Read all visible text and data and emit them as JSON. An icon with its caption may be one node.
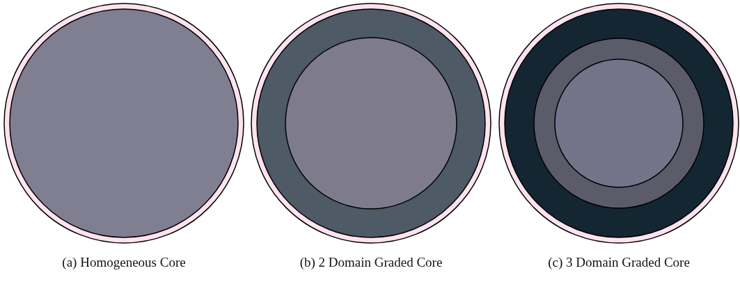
{
  "diagram": {
    "labels": [
      "(a) Homogeneous Core",
      "(b) 2 Domain Graded Core",
      "(c) 3 Domain Graded Core"
    ]
  }
}
